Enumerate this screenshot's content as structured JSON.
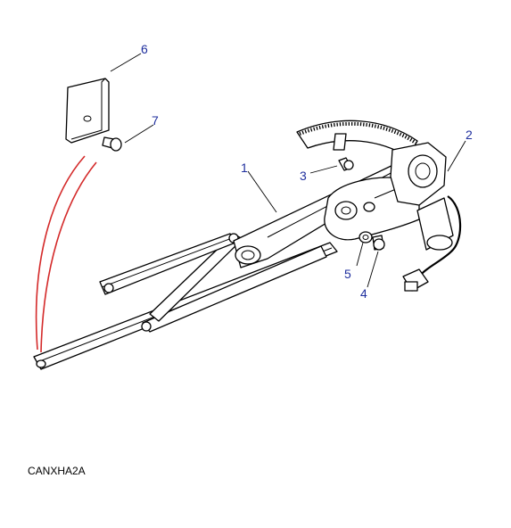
{
  "diagram": {
    "caption": "CANXHA2A",
    "callouts": [
      {
        "id": "1",
        "label": "1"
      },
      {
        "id": "2",
        "label": "2"
      },
      {
        "id": "3",
        "label": "3"
      },
      {
        "id": "4",
        "label": "4"
      },
      {
        "id": "5",
        "label": "5"
      },
      {
        "id": "6",
        "label": "6"
      },
      {
        "id": "7",
        "label": "7"
      }
    ],
    "colors": {
      "callout_text": "#1f2f9e",
      "guide_line": "#d42a2a",
      "outline": "#000000"
    }
  }
}
